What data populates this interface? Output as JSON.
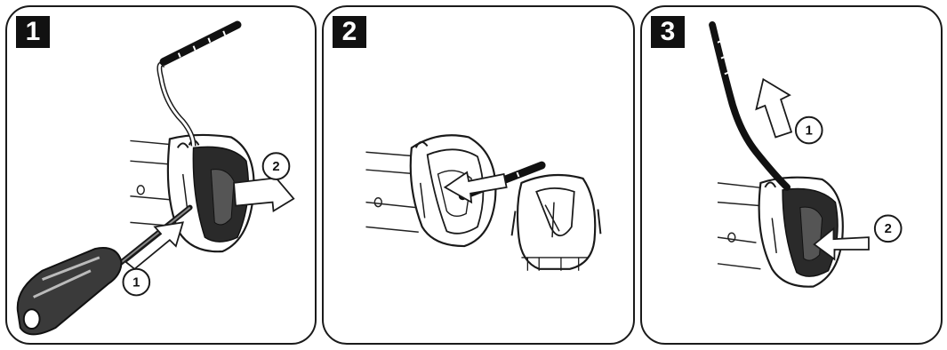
{
  "steps": [
    {
      "number": "1",
      "callouts": [
        "1",
        "2"
      ]
    },
    {
      "number": "2",
      "callouts": []
    },
    {
      "number": "3",
      "callouts": [
        "1",
        "2"
      ]
    }
  ],
  "icons": {
    "step1": [
      "screwdriver-icon",
      "sensor-housing-icon",
      "rubber-strap-icon",
      "arrow-icon"
    ],
    "step2": [
      "sensor-housing-icon",
      "rubber-strap-icon",
      "detached-cap-icon",
      "arrow-icon"
    ],
    "step3": [
      "sensor-housing-icon",
      "rubber-strap-icon",
      "arrow-icon"
    ]
  },
  "colors": {
    "ink": "#1a1a1a",
    "panel_border": "#1a1a1a",
    "badge_bg": "#111111",
    "badge_text": "#ffffff"
  }
}
